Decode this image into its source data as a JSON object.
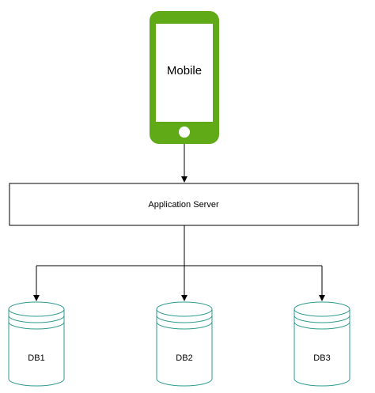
{
  "nodes": {
    "mobile": {
      "label": "Mobile",
      "color": "#60a917",
      "icon": "mobile-phone-icon"
    },
    "app_server": {
      "label": "Application Server"
    },
    "databases": [
      {
        "label": "DB1",
        "icon": "database-cylinder-icon"
      },
      {
        "label": "DB2",
        "icon": "database-cylinder-icon"
      },
      {
        "label": "DB3",
        "icon": "database-cylinder-icon"
      }
    ]
  },
  "edges": [
    {
      "from": "Mobile",
      "to": "Application Server"
    },
    {
      "from": "Application Server",
      "to": "DB1"
    },
    {
      "from": "Application Server",
      "to": "DB2"
    },
    {
      "from": "Application Server",
      "to": "DB3"
    }
  ],
  "colors": {
    "stroke": "#000000",
    "db_stroke": "#2e9b8f",
    "phone_body": "#60a917",
    "phone_screen": "#ffffff"
  }
}
